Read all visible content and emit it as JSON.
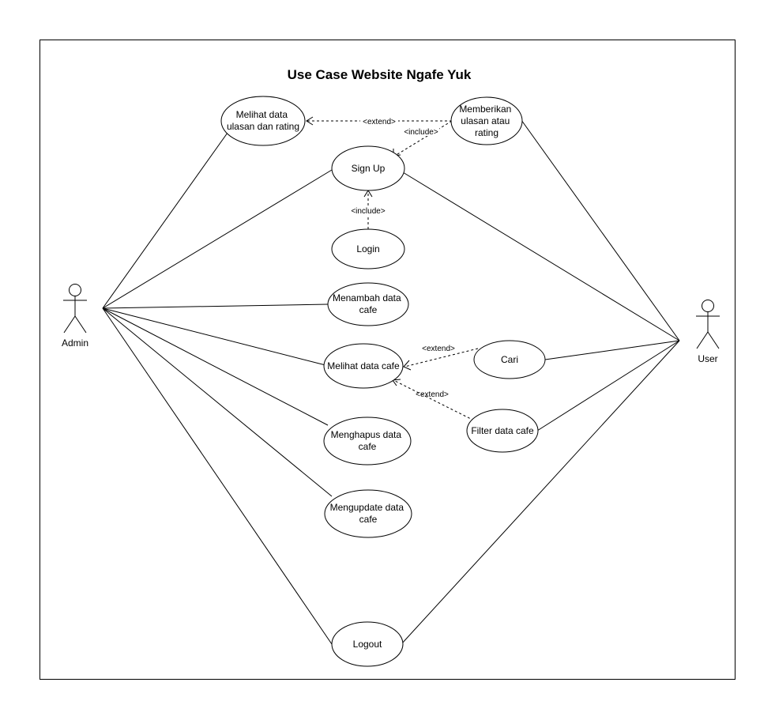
{
  "title": "Use Case Website Ngafe Yuk",
  "actors": {
    "admin": "Admin",
    "user": "User"
  },
  "use_cases": {
    "melihat_ulasan": [
      "Melihat data",
      "ulasan dan rating"
    ],
    "memberikan_ulasan": [
      "Memberikan",
      "ulasan atau",
      "rating"
    ],
    "sign_up": [
      "Sign Up"
    ],
    "login": [
      "Login"
    ],
    "menambah": [
      "Menambah data",
      "cafe"
    ],
    "melihat_cafe": [
      "Melihat data cafe"
    ],
    "cari": [
      "Cari"
    ],
    "filter": [
      "Filter data cafe"
    ],
    "menghapus": [
      "Menghapus data",
      "cafe"
    ],
    "mengupdate": [
      "Mengupdate data",
      "cafe"
    ],
    "logout": [
      "Logout"
    ]
  },
  "relations": {
    "extend": "<extend>",
    "include": "<include>"
  }
}
